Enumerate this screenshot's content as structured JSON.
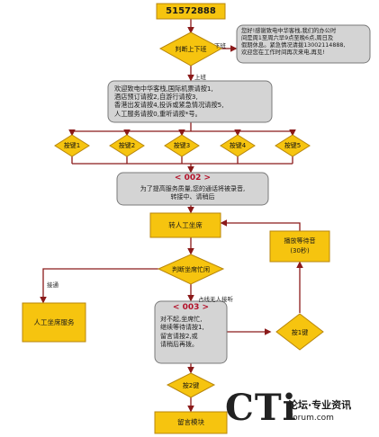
{
  "top_number": "51572888",
  "closed_message": [
    "您好!感谢致电中华客栈,我们的办公时",
    "间是周1至周六早9点至晚6点,周日及",
    "假期休息。紧急情况请拨13002114888,",
    "欢迎您在工作时间再次来电,再见!"
  ],
  "decision_hours": "判断上下班",
  "edge_off_hours": "下班",
  "edge_on_hours": "上班",
  "menu_message": [
    "欢迎致电中华客栈,国际机票请按1,",
    "酒店预订请按2,自游行请按3,",
    "香港出发请按4,投诉或紧急情况请按5,",
    "人工服务请按0,重听请按*号。"
  ],
  "keys": [
    "按键1",
    "按键2",
    "按键3",
    "按键4",
    "按键5"
  ],
  "code_002": "< 002 >",
  "transfer_message": [
    "为了提高服务质量,您的通话将被录音,",
    "转接中、请稍后"
  ],
  "transfer_agent": "转人工坐席",
  "hold_music": [
    "播放等待音",
    "(30秒)"
  ],
  "decision_busy": "判断坐席忙闲",
  "edge_connected": "接通",
  "edge_busy": "占线无人接听",
  "agent_service": "人工坐席服务",
  "code_003": "< 003 >",
  "busy_message": [
    "对不起,坐席忙,",
    "继续等待请按1,",
    "留言请按2,或",
    "请稍后再拨。"
  ],
  "press_1": "按1键",
  "press_2": "按2键",
  "voicemail": "留言模块",
  "brand": {
    "logo": "CTi",
    "slogan": "论坛·专业资讯",
    "url": "forum.com"
  },
  "colors": {
    "yellow": "#f6c40f",
    "yellow_stroke": "#b8860b",
    "gray": "#d4d4d4",
    "gray_stroke": "#7a7a7a",
    "arrow": "#8b1a1a"
  }
}
